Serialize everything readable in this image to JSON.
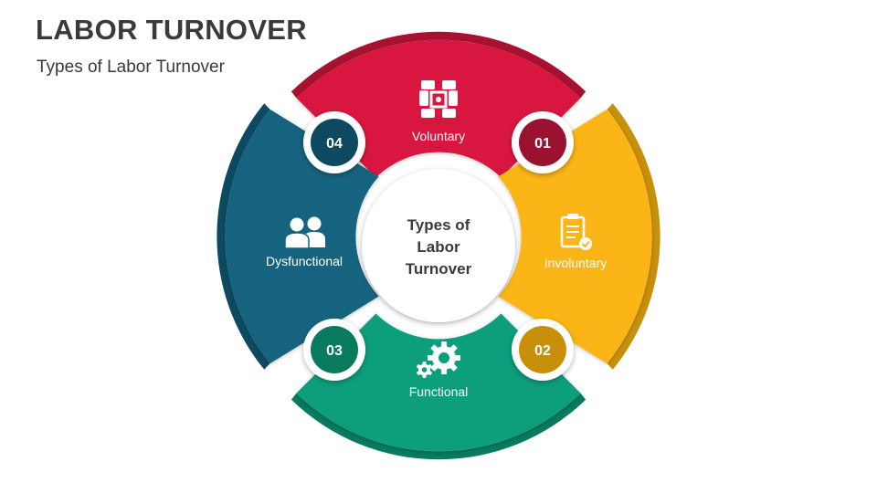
{
  "header": {
    "title": "LABOR TURNOVER",
    "subtitle": "Types of Labor Turnover"
  },
  "center": {
    "lines": [
      "Types of",
      "Labor",
      "Turnover"
    ]
  },
  "segments": [
    {
      "number": "01",
      "label": "Involuntary",
      "icon": "clipboard-check-icon",
      "color": "#FCB514",
      "dark": "#C8900A",
      "badge": "#9B1230"
    },
    {
      "number": "02",
      "label": "Functional",
      "icon": "gears-icon",
      "color": "#0A9E7B",
      "dark": "#087A5E",
      "badge": "#C8900A"
    },
    {
      "number": "03",
      "label": "Dysfunctional",
      "icon": "people-icon",
      "color": "#13637F",
      "dark": "#0D4A62",
      "badge": "#087A5E"
    },
    {
      "number": "04",
      "label": "Voluntary",
      "icon": "handshake-icon",
      "color": "#D9183F",
      "dark": "#A8112F",
      "badge": "#0D4A62"
    }
  ]
}
